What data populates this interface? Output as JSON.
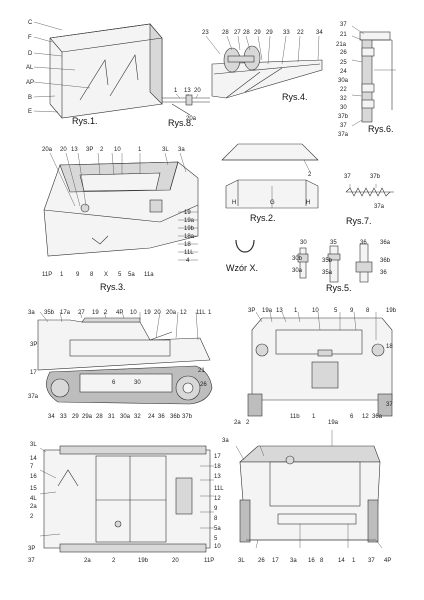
{
  "figures": [
    {
      "caption": "Rys.1.",
      "labels": [
        "C",
        "F",
        "D",
        "AL",
        "AP",
        "B",
        "E"
      ]
    },
    {
      "caption": "Rys.8.",
      "labels": [
        "1",
        "13",
        "20",
        "20a"
      ]
    },
    {
      "caption": "Rys.4.",
      "labels": [
        "23",
        "28",
        "27",
        "28",
        "29",
        "29",
        "33",
        "22",
        "34"
      ]
    },
    {
      "caption": "Rys.6.",
      "labels": [
        "37",
        "21",
        "21a",
        "26",
        "25",
        "24",
        "30a",
        "22",
        "32",
        "30",
        "37b",
        "37",
        "37a"
      ]
    },
    {
      "caption": "Rys.3.",
      "labels": [
        "20a",
        "20",
        "13",
        "3P",
        "2",
        "10",
        "1",
        "3L",
        "3a",
        "19",
        "19a",
        "19b",
        "18a",
        "18",
        "11L",
        "11a",
        "5a",
        "5",
        "X",
        "8",
        "9",
        "1",
        "11P",
        "4"
      ]
    },
    {
      "caption": "Rys.2.",
      "labels": [
        "2",
        "H",
        "G",
        "H"
      ]
    },
    {
      "caption": "Rys.7.",
      "labels": [
        "37",
        "37b",
        "37a"
      ]
    },
    {
      "caption": "Wzór X.",
      "labels": []
    },
    {
      "caption": "Rys.5.",
      "labels": [
        "30",
        "35",
        "36",
        "36a",
        "30b",
        "35b",
        "36b",
        "30a",
        "35a",
        "36"
      ]
    },
    {
      "caption": "",
      "labels": [
        "3a",
        "35b",
        "17a",
        "27",
        "19",
        "2",
        "4P",
        "10",
        "19",
        "20",
        "20a",
        "12",
        "11L",
        "1",
        "3P",
        "17",
        "21",
        "26",
        "37a",
        "34",
        "33",
        "29",
        "29a",
        "28",
        "31",
        "30a",
        "32",
        "24",
        "36",
        "36b",
        "37b",
        "6",
        "30"
      ]
    },
    {
      "caption": "",
      "labels": [
        "3P",
        "19a",
        "13",
        "1",
        "10",
        "5",
        "9",
        "8",
        "19b",
        "18",
        "11b",
        "1",
        "6",
        "12",
        "36a",
        "37"
      ]
    },
    {
      "caption": "",
      "labels": [
        "3L",
        "14",
        "7",
        "16",
        "15",
        "4L",
        "2a",
        "2",
        "3P",
        "37",
        "2a",
        "2",
        "19b",
        "20",
        "11P",
        "10",
        "5",
        "5a",
        "8",
        "9",
        "12",
        "11L",
        "13",
        "18",
        "17"
      ]
    },
    {
      "caption": "",
      "labels": [
        "3a",
        "2a",
        "2",
        "19a",
        "3L",
        "26",
        "17",
        "3a",
        "16",
        "8",
        "14",
        "1",
        "37",
        "4P"
      ]
    }
  ]
}
